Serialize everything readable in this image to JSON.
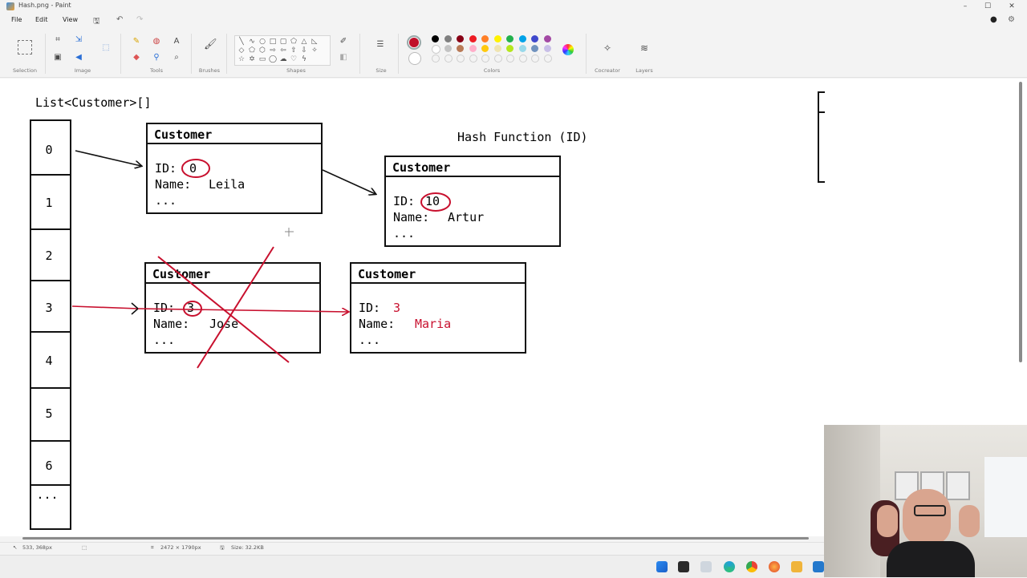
{
  "window": {
    "title": "Hash.png - Paint"
  },
  "menu": {
    "file": "File",
    "edit": "Edit",
    "view": "View"
  },
  "ribbon": {
    "selection": "Selection",
    "image": "Image",
    "tools": "Tools",
    "brushes": "Brushes",
    "shapes": "Shapes",
    "size": "Size",
    "colors": "Colors",
    "cocreator": "Cocreator",
    "layers": "Layers"
  },
  "palette": {
    "primary": "#c0102a",
    "row1": [
      "#000000",
      "#7f7f7f",
      "#880015",
      "#ed1c24",
      "#ff7f27",
      "#fff200",
      "#22b14c",
      "#00a2e8",
      "#3f48cc",
      "#a349a4"
    ],
    "row2": [
      "#ffffff",
      "#c3c3c3",
      "#b97a57",
      "#ffaec9",
      "#ffc90e",
      "#efe4b0",
      "#b5e61d",
      "#99d9ea",
      "#7092be",
      "#c8bfe7"
    ]
  },
  "canvas": {
    "list_label": "List<Customer>[]",
    "hash_label": "Hash Function (ID)",
    "indices": [
      "0",
      "1",
      "2",
      "3",
      "4",
      "5",
      "6",
      "..."
    ],
    "box_header": "Customer",
    "id_label": "ID:",
    "name_label": "Name:",
    "ellipsis": "...",
    "customers": {
      "leila": {
        "id": "0",
        "name": "Leila"
      },
      "artur": {
        "id": "10",
        "name": "Artur"
      },
      "jose": {
        "id": "3",
        "name": "Jose"
      },
      "maria": {
        "id": "3",
        "name": "Maria"
      }
    }
  },
  "status": {
    "cursor": "533, 368px",
    "dimensions": "2472 × 1790px",
    "size": "Size: 32.2KB"
  },
  "colors": {
    "annotation_red": "#c8102e"
  }
}
